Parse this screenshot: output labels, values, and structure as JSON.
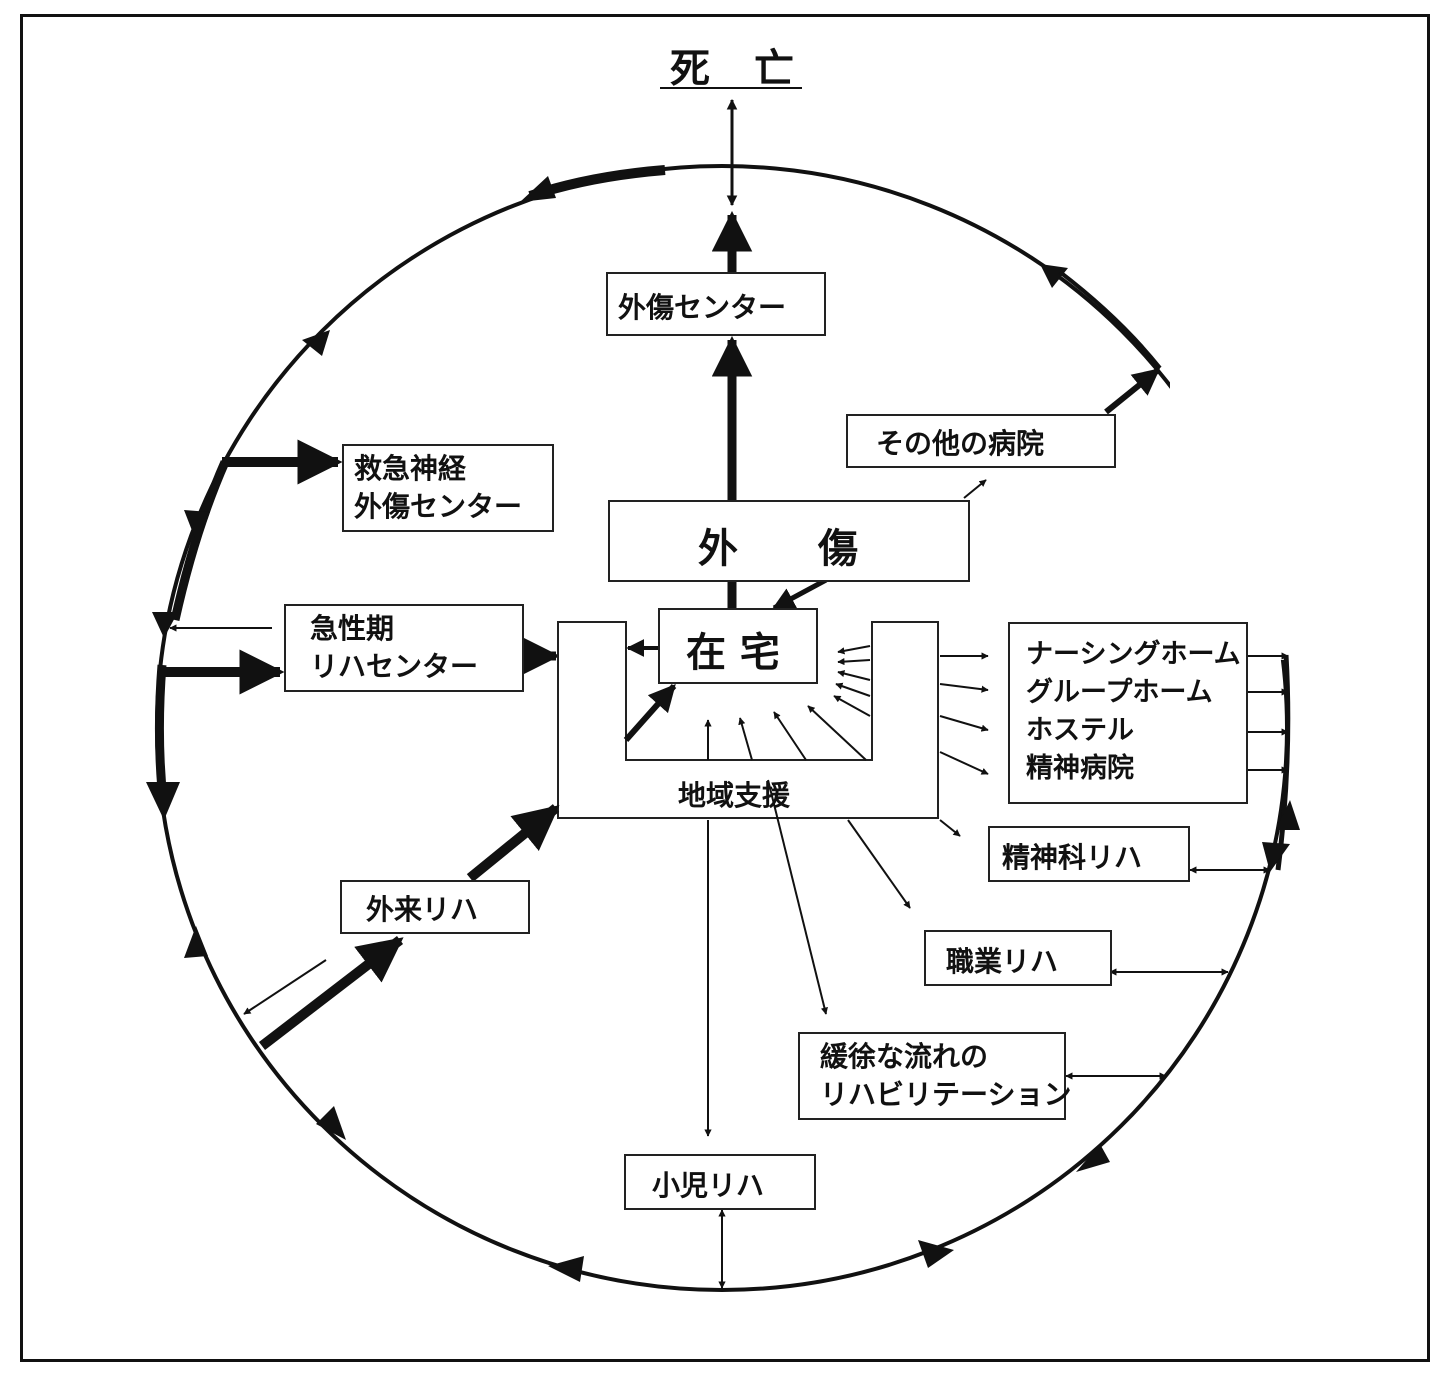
{
  "death": "死　亡",
  "trauma_center": "外傷センター",
  "neuro_center": [
    "救急神経",
    "外傷センター"
  ],
  "acute_rehab": [
    "急性期",
    "リハセンター"
  ],
  "other_hospital": "その他の病院",
  "trauma": "外　　傷",
  "home": "在 宅",
  "community_support": "地域支援",
  "residential": [
    "ナーシングホーム",
    "グループホーム",
    "ホステル",
    "精神病院"
  ],
  "psych_rehab": "精神科リハ",
  "vocational_rehab": "職業リハ",
  "outpatient_rehab": "外来リハ",
  "slow_stream": [
    "緩徐な流れの",
    "リハビリテーション"
  ],
  "pediatric_rehab": "小児リハ",
  "colors": {
    "ink": "#111111",
    "paper": "#ffffff"
  }
}
